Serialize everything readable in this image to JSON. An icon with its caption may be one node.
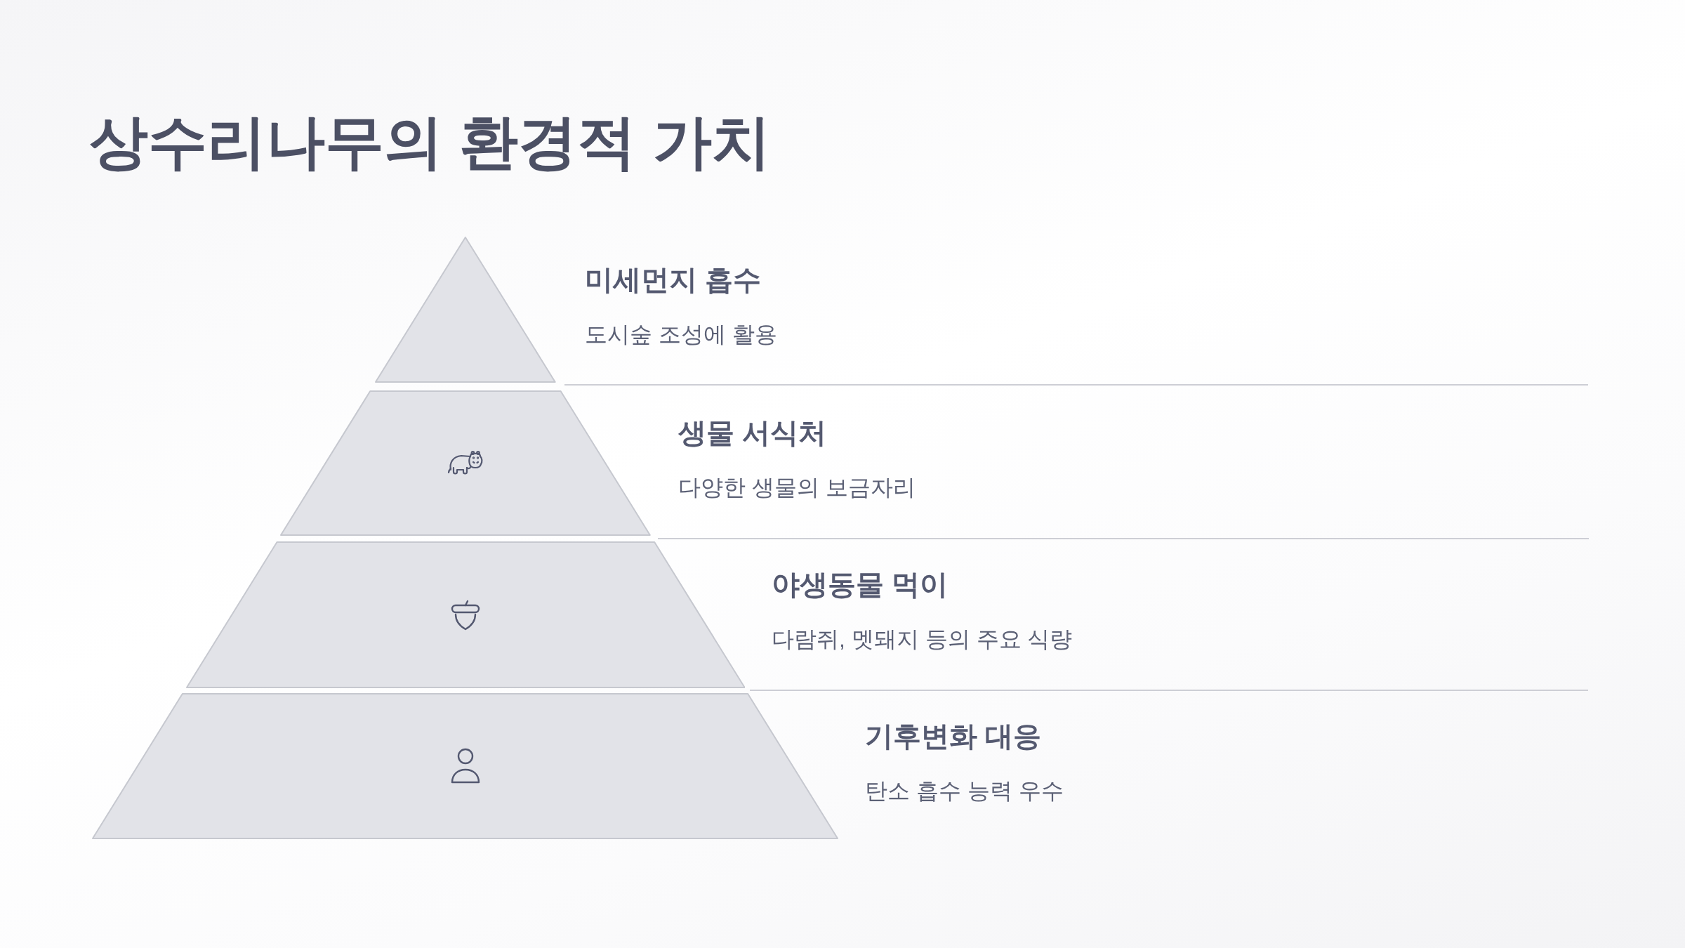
{
  "diagram": {
    "title": "상수리나무의 환경적 가치",
    "nodes": [
      {
        "text": [],
        "shape": "triangle",
        "beside": [
          "미세먼지 흡수",
          "도시숲 조성에 활용"
        ]
      },
      {
        "text": [],
        "shape": "trapezoid",
        "beside": [
          "생물 서식처",
          "다양한 생물의 보금자리"
        ]
      },
      {
        "text": [],
        "shape": "trapezoid",
        "beside": [
          "야생동물 먹이",
          "다람쥐, 멧돼지 등의 주요 식량"
        ]
      },
      {
        "text": [],
        "shape": "trapezoid",
        "beside": [
          "기후변화 대응",
          "탄소 흡수 능력 우수"
        ]
      }
    ]
  }
}
